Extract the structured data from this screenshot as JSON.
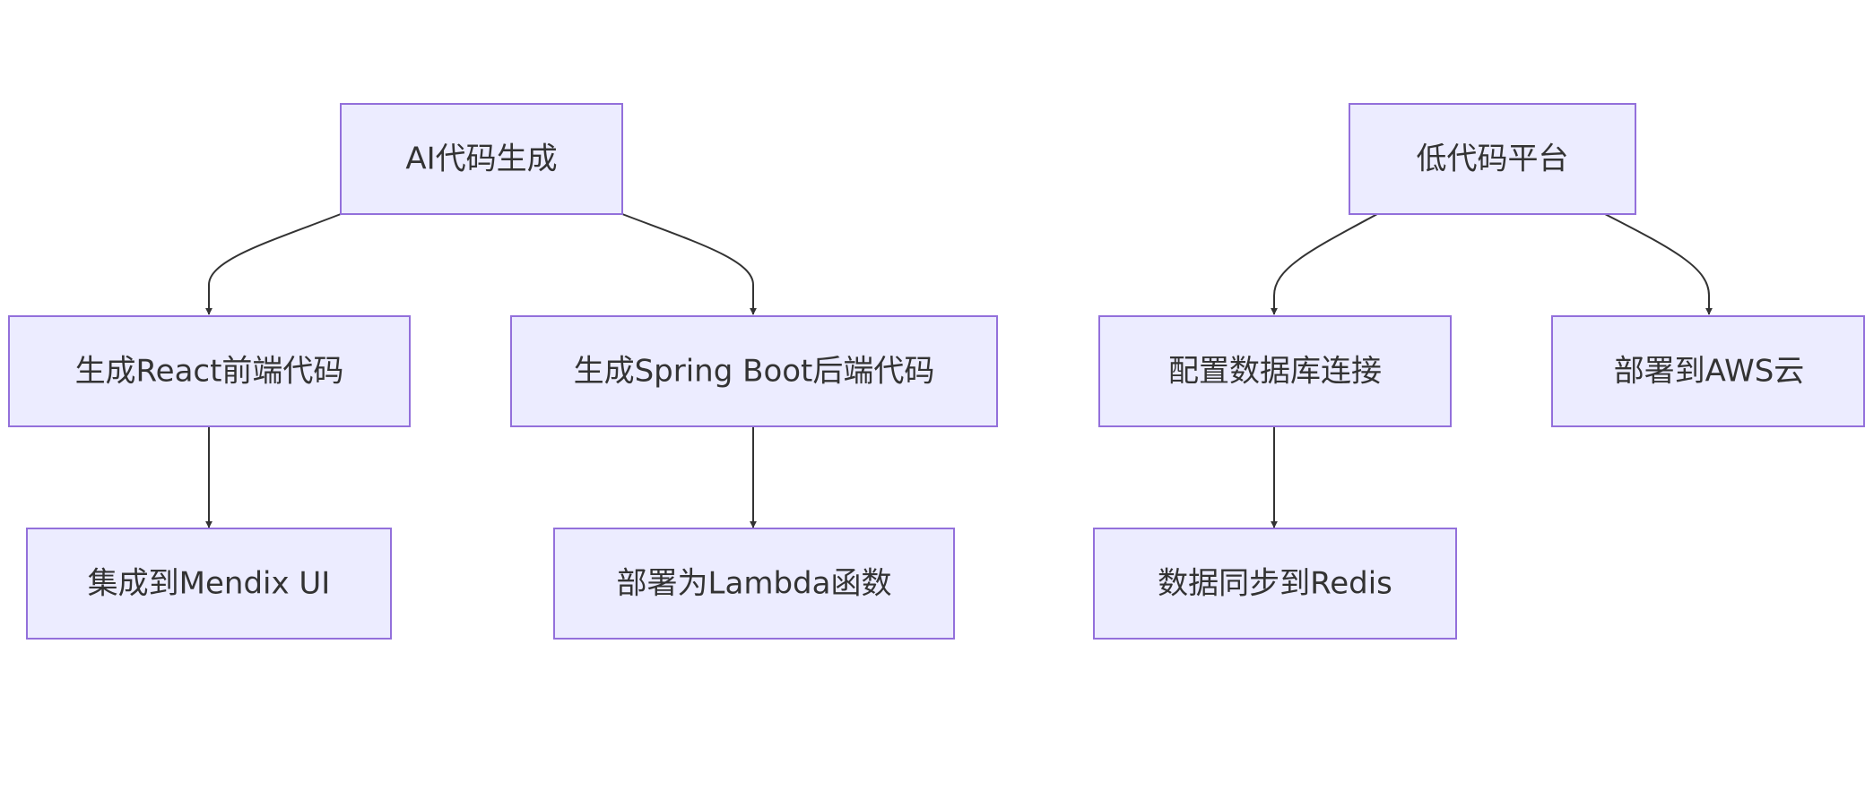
{
  "diagram": {
    "type": "flowchart",
    "direction": "top-down",
    "colors": {
      "node_fill": "#ececff",
      "node_border": "#9370db",
      "edge": "#333333",
      "text": "#333333",
      "background": "#ffffff"
    },
    "nodes": {
      "ai_codegen": "AI代码生成",
      "react_frontend": "生成React前端代码",
      "spring_backend": "生成Spring Boot后端代码",
      "mendix_ui": "集成到Mendix UI",
      "lambda": "部署为Lambda函数",
      "lowcode": "低代码平台",
      "db_config": "配置数据库连接",
      "aws_cloud": "部署到AWS云",
      "redis_sync": "数据同步到Redis"
    },
    "edges": [
      {
        "from": "ai_codegen",
        "to": "react_frontend"
      },
      {
        "from": "ai_codegen",
        "to": "spring_backend"
      },
      {
        "from": "react_frontend",
        "to": "mendix_ui"
      },
      {
        "from": "spring_backend",
        "to": "lambda"
      },
      {
        "from": "lowcode",
        "to": "db_config"
      },
      {
        "from": "lowcode",
        "to": "aws_cloud"
      },
      {
        "from": "db_config",
        "to": "redis_sync"
      }
    ]
  }
}
